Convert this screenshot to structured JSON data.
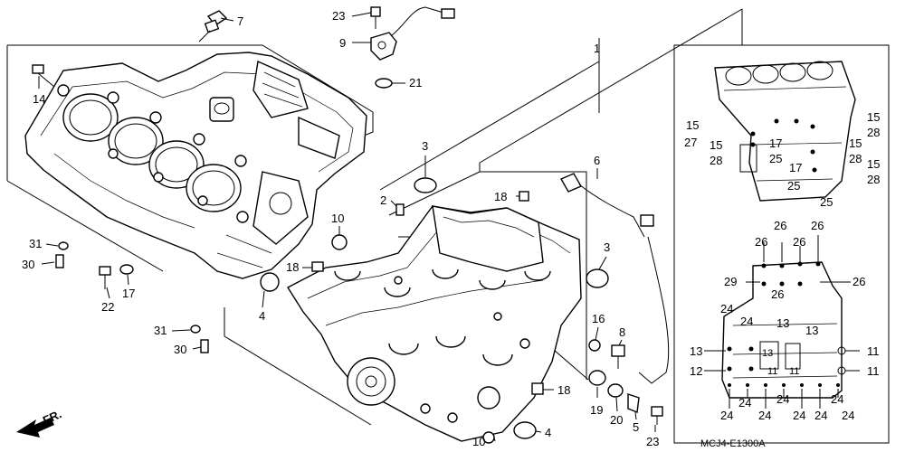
{
  "diagram": {
    "labels": {
      "p1": "1",
      "p2": "2",
      "p3a": "3",
      "p3b": "3",
      "p4a": "4",
      "p4b": "4",
      "p5": "5",
      "p6": "6",
      "p7": "7",
      "p8": "8",
      "p9": "9",
      "p10a": "10",
      "p10b": "10",
      "p14": "14",
      "p16": "16",
      "p17a": "17",
      "p18a": "18",
      "p18b": "18",
      "p18c": "18",
      "p19": "19",
      "p20": "20",
      "p21": "21",
      "p22": "22",
      "p23a": "23",
      "p23b": "23",
      "p30a": "30",
      "p30b": "30",
      "p31a": "31",
      "p31b": "31"
    },
    "upper_detail": {
      "l15a": "15",
      "l27": "27",
      "l15b": "15",
      "l28a": "28",
      "l17a": "17",
      "l25a": "25",
      "l17b": "17",
      "l15c": "15",
      "l28b": "28",
      "l15d": "15",
      "l28c": "28",
      "l15e": "15",
      "l28d": "28",
      "l25b": "25",
      "l25c": "25"
    },
    "lower_detail": {
      "l26a": "26",
      "l26b": "26",
      "l26c": "26",
      "l26d": "26",
      "l29": "29",
      "l26e": "26",
      "l26f": "26",
      "l24a": "24",
      "l24b": "24",
      "l13a": "13",
      "l13b": "13",
      "l13c": "13",
      "l13d": "13",
      "l11a": "11",
      "l11b": "11",
      "l12": "12",
      "l24c": "24",
      "l24d": "24",
      "l24e": "24",
      "l24f": "24",
      "l24g": "24",
      "l24h": "24",
      "l24i": "24",
      "l24j": "24",
      "l11c": "11",
      "l11d": "11"
    },
    "fr_label": "FR.",
    "figure_code": "MCJ4-E1300A"
  }
}
